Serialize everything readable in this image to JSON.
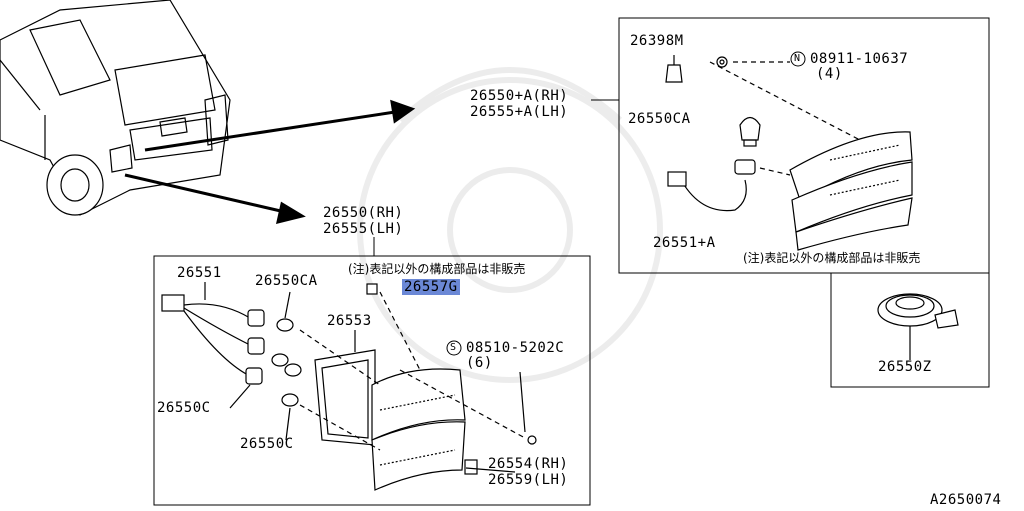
{
  "diagram_id": "A2650074",
  "vehicle_arrow_label": {
    "upper_rh": "26550+A(RH)",
    "upper_lh": "26555+A(LH)",
    "lower_rh": "26550(RH)",
    "lower_lh": "26555(LH)"
  },
  "parts": {
    "p26398M": "26398M",
    "p08911": "08911-10637",
    "p08911_qty": "(4)",
    "p26550CA_top": "26550CA",
    "p26551A": "26551+A",
    "p26550Z": "26550Z",
    "p26551": "26551",
    "p26550CA_bottom": "26550CA",
    "p26553": "26553",
    "p26557G": "26557G",
    "p08510": "08510-5202C",
    "p08510_qty": "(6)",
    "p26550C_a": "26550C",
    "p26550C_b": "26550C",
    "p26554": "26554(RH)",
    "p26559": "26559(LH)"
  },
  "symbols": {
    "n_circle": "N",
    "s_circle": "S"
  },
  "notes": {
    "not_sold_top": "(注)表記以外の構成部品は非販売",
    "not_sold_bottom": "(注)表記以外の構成部品は非販売"
  },
  "colors": {
    "highlight": "#6b88d6",
    "line": "#000000"
  }
}
